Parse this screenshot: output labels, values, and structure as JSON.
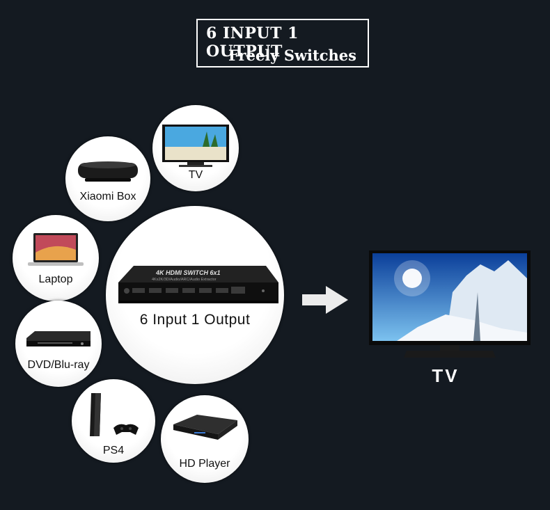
{
  "title": {
    "line1": "6 INPUT 1 OUTPUT",
    "line2": "Freely Switches"
  },
  "devices": [
    {
      "label": "TV"
    },
    {
      "label": "Xiaomi Box"
    },
    {
      "label": "Laptop"
    },
    {
      "label": "DVD/Blu-ray"
    },
    {
      "label": "PS4"
    },
    {
      "label": "HD Player"
    }
  ],
  "switch": {
    "label": "6 Input 1 Output",
    "faceplate": "4K HDMI SWITCH 6x1",
    "subtext": "4Kx2K/3D/Audio/ARC/Audio Extractor"
  },
  "output": {
    "label": "TV"
  },
  "colors": {
    "background": "#141a21",
    "circle": "#ffffff",
    "text": "#ffffff"
  }
}
